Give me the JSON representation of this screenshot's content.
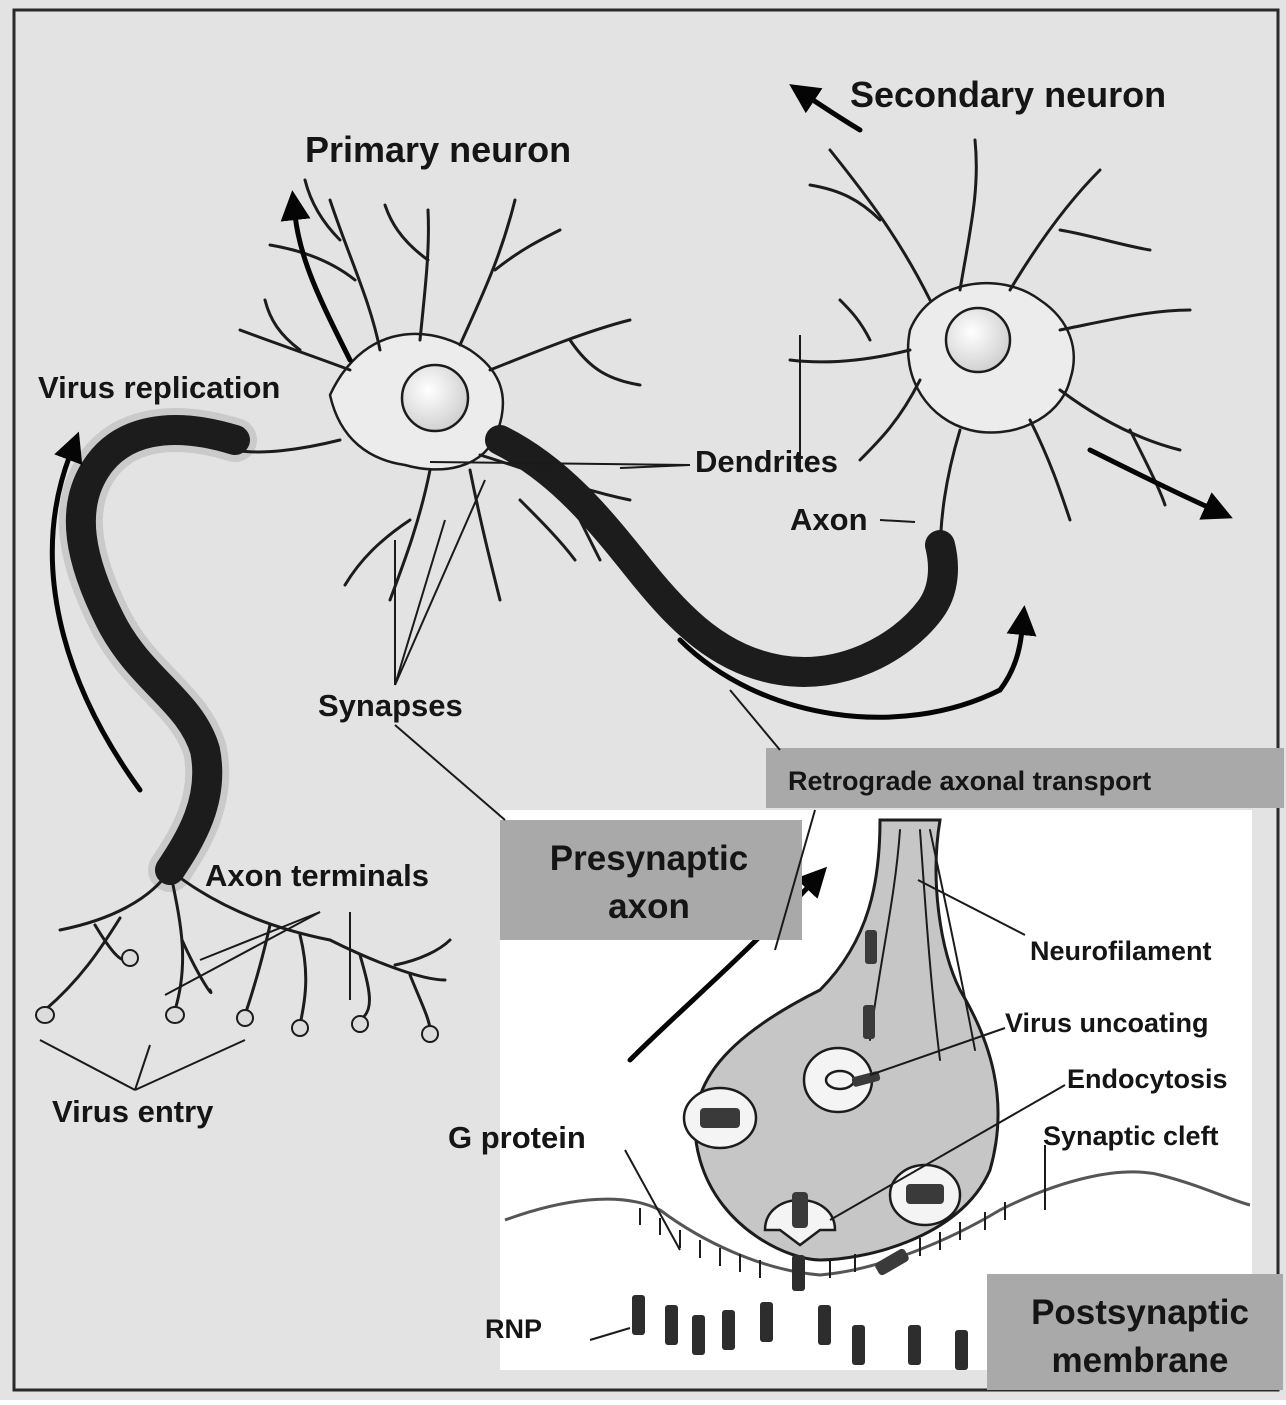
{
  "labels": {
    "primary_neuron": "Primary neuron",
    "secondary_neuron": "Secondary neuron",
    "virus_replication": "Virus replication",
    "dendrites": "Dendrites",
    "axon": "Axon",
    "synapses": "Synapses",
    "axon_terminals": "Axon terminals",
    "virus_entry": "Virus entry",
    "retrograde_transport": "Retrograde axonal transport",
    "presynaptic_axon_line1": "Presynaptic",
    "presynaptic_axon_line2": "axon",
    "neurofilament": "Neurofilament",
    "virus_uncoating": "Virus uncoating",
    "endocytosis": "Endocytosis",
    "synaptic_cleft": "Synaptic cleft",
    "g_protein": "G protein",
    "rnp": "RNP",
    "postsynaptic_line1": "Postsynaptic",
    "postsynaptic_line2": "membrane"
  },
  "colors": {
    "page_background": "#e3e3e3",
    "label_box": "#a9a9a9",
    "inset_background": "#ffffff",
    "terminal_fill": "#c6c6c6",
    "ink": "#151515"
  }
}
